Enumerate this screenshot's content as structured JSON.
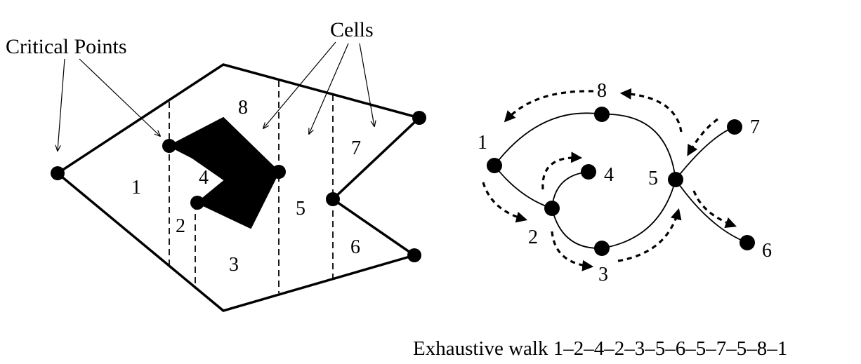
{
  "annotations": {
    "critical_points": "Critical Points",
    "cells": "Cells"
  },
  "cell_labels": [
    "1",
    "2",
    "3",
    "4",
    "5",
    "6",
    "7",
    "8"
  ],
  "graph": {
    "node_labels": [
      "1",
      "2",
      "3",
      "4",
      "5",
      "6",
      "7",
      "8"
    ],
    "edges": [
      [
        "1",
        "8"
      ],
      [
        "1",
        "2"
      ],
      [
        "2",
        "4"
      ],
      [
        "2",
        "3"
      ],
      [
        "3",
        "5"
      ],
      [
        "5",
        "6"
      ],
      [
        "5",
        "7"
      ],
      [
        "5",
        "8"
      ]
    ],
    "walk": [
      "1",
      "2",
      "4",
      "2",
      "3",
      "5",
      "6",
      "5",
      "7",
      "5",
      "8",
      "1"
    ]
  },
  "caption": "Exhaustive walk 1–2–4–2–3–5–6–5–7–5–8–1"
}
